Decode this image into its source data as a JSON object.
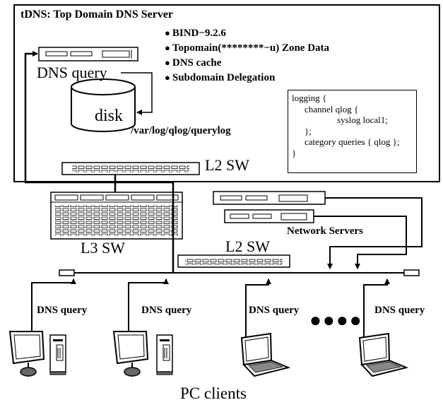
{
  "server": {
    "title": "tDNS: Top Domain DNS Server",
    "features": [
      "BIND−9.2.6",
      "Topomain(********−u) Zone Data",
      "DNS cache",
      "Subdomain Delegation"
    ],
    "bullet": "●",
    "dns_query_label": "DNS query",
    "disk_label": "disk",
    "log_path": "/var/log/qlog/querylog",
    "l2_switch_label": "L2 SW",
    "logging_config": [
      "logging {",
      "channel qlog {",
      "syslog local1;",
      "};",
      "category queries { qlog };",
      "}"
    ]
  },
  "network": {
    "l3_switch_label": "L3 SW",
    "l2_switch_label": "L2 SW",
    "network_servers_label": "Network Servers"
  },
  "clients": {
    "query_label": "DNS query",
    "ellipsis": "●●●●",
    "group_label": "PC clients"
  }
}
